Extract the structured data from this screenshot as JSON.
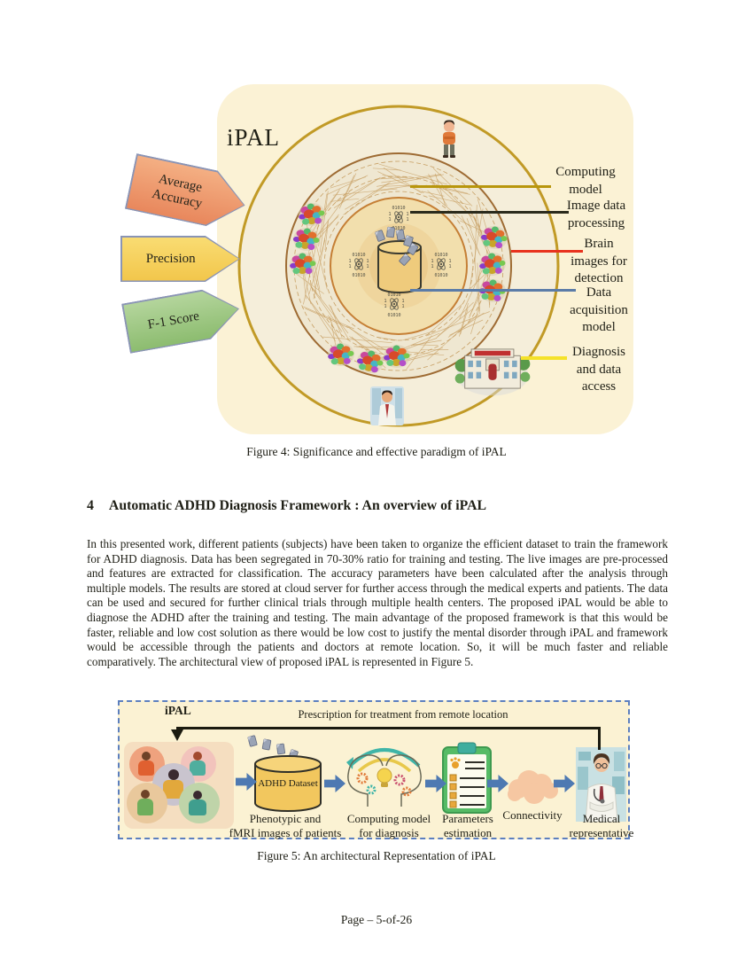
{
  "figure4": {
    "title": "iPAL",
    "caption": "Figure 4: Significance and effective paradigm of iPAL",
    "left_badges": [
      {
        "label": [
          "Average",
          "Accuracy"
        ],
        "color": "#E8875C"
      },
      {
        "label": [
          "Precision"
        ],
        "color": "#F2C64B"
      },
      {
        "label": [
          "F-1 Score"
        ],
        "color": "#8CBC6F"
      }
    ],
    "right_labels": [
      {
        "label": [
          "Computing",
          "model"
        ],
        "line_color": "#B8960C"
      },
      {
        "label": [
          "Image data",
          "processing"
        ],
        "line_color": "#2B2B1D"
      },
      {
        "label": [
          "Brain",
          "images for",
          "detection"
        ],
        "line_color": "#E8321E"
      },
      {
        "label": [
          "Data",
          "acquisition",
          "model"
        ],
        "line_color": "#5B7CA8"
      },
      {
        "label": [
          "Diagnosis",
          "and data",
          "access"
        ],
        "line_color": "#F5E229"
      }
    ],
    "background_color": "#FBF2D5"
  },
  "section": {
    "number": "4",
    "title": "Automatic ADHD Diagnosis Framework : An overview of iPAL"
  },
  "paragraph": "In this presented work, different patients (subjects) have been taken to organize the efficient dataset to train the framework for ADHD diagnosis. Data has been segregated in 70-30% ratio for training and testing. The live images are pre-processed and features are extracted for classification. The accuracy parameters have been calculated after the analysis through multiple models. The results are stored at cloud server for further access through the medical experts and patients. The data can be used and secured for further clinical trials through multiple health centers. The proposed iPAL would be able to diagnose the ADHD after the training and testing. The main advantage of the proposed framework is that this would be faster, reliable and low cost solution as there would be low cost to justify the mental disorder through iPAL and framework would be accessible through the patients and doctors at remote location. So, it will be much faster and reliable comparatively. The architectural view of proposed iPAL is represented in Figure 5.",
  "figure5": {
    "label": "iPAL",
    "top_note": "Prescription for treatment from remote location",
    "dataset_label": "ADHD Dataset",
    "step_captions": [
      [
        "Phenotypic and",
        "fMRI images of patients"
      ],
      [
        "Computing model",
        "for diagnosis"
      ],
      [
        "Parameters",
        "estimation"
      ],
      [
        "Connectivity"
      ],
      [
        "Medical",
        "representative"
      ]
    ],
    "caption": "Figure 5: An architectural Representation of iPAL",
    "border_color": "#5C7FBE",
    "arrow_color": "#4E79B2",
    "background_color": "#FBF2D3"
  },
  "footer": "Page – 5-of-26"
}
